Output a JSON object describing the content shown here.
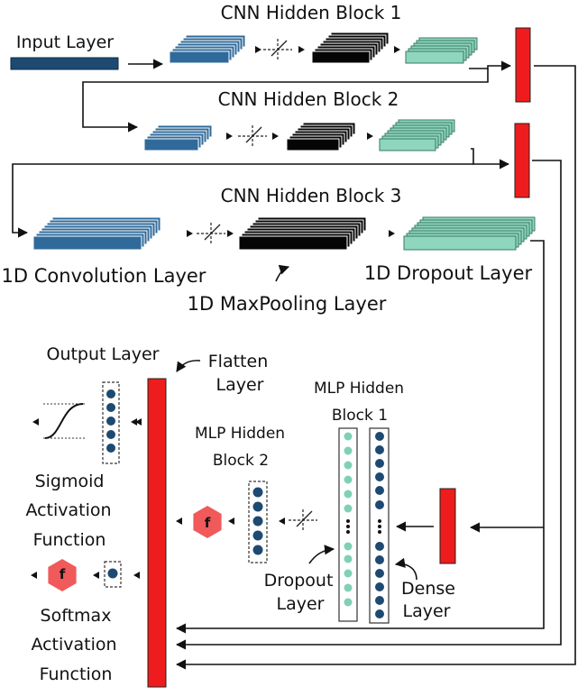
{
  "colors": {
    "conv": "#2f6a9a",
    "conv_edge": "#1f4a6e",
    "pool": "#050505",
    "dropout": "#8fd6be",
    "dropout_edge": "#3a7a66",
    "input": "#1e4a72",
    "flatten": "#ee1c1c",
    "dense_node": "#1e4a72",
    "dropout_node": "#7fd1b6",
    "activation": "#f05a5a"
  },
  "cnn_blocks": [
    {
      "title": "CNN Hidden Block 1"
    },
    {
      "title": "CNN Hidden Block 2"
    },
    {
      "title": "CNN Hidden Block 3"
    }
  ],
  "mlp_blocks": [
    {
      "title_line1": "MLP Hidden",
      "title_line2": "Block 1"
    },
    {
      "title_line1": "MLP Hidden",
      "title_line2": "Block 2"
    }
  ],
  "labels": {
    "input_layer": "Input Layer",
    "conv1d_layer": "1D Convolution Layer",
    "dropout1d_layer": "1D Dropout Layer",
    "maxpool1d_layer": "1D MaxPooling Layer",
    "output_layer": "Output Layer",
    "flatten_line1": "Flatten",
    "flatten_line2": "Layer",
    "sigmoid_line1": "Sigmoid",
    "sigmoid_line2": "Activation",
    "sigmoid_line3": "Function",
    "softmax_line1": "Softmax",
    "softmax_line2": "Activation",
    "softmax_line3": "Function",
    "dropout_line1": "Dropout",
    "dropout_line2": "Layer",
    "dense_line1": "Dense",
    "dense_line2": "Layer",
    "activation_symbol": "f"
  }
}
